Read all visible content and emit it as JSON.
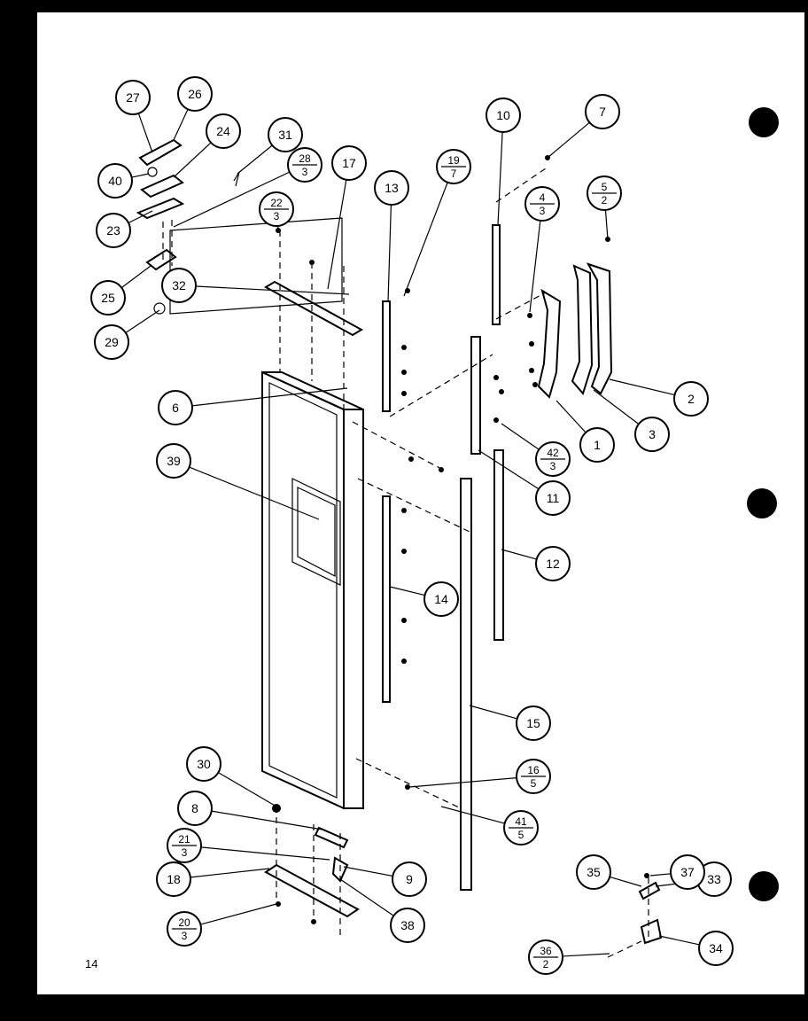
{
  "page_number": "14",
  "callouts": [
    {
      "id": "c1",
      "label": "1"
    },
    {
      "id": "c2",
      "label": "2"
    },
    {
      "id": "c3",
      "label": "3"
    },
    {
      "id": "c4",
      "num": "4",
      "den": "3"
    },
    {
      "id": "c5",
      "num": "5",
      "den": "2"
    },
    {
      "id": "c6",
      "label": "6"
    },
    {
      "id": "c7",
      "label": "7"
    },
    {
      "id": "c8",
      "label": "8"
    },
    {
      "id": "c9",
      "label": "9"
    },
    {
      "id": "c10",
      "label": "10"
    },
    {
      "id": "c11",
      "label": "11"
    },
    {
      "id": "c12",
      "label": "12"
    },
    {
      "id": "c13",
      "label": "13"
    },
    {
      "id": "c14",
      "label": "14"
    },
    {
      "id": "c15",
      "label": "15"
    },
    {
      "id": "c16",
      "num": "16",
      "den": "5"
    },
    {
      "id": "c17",
      "label": "17"
    },
    {
      "id": "c18",
      "label": "18"
    },
    {
      "id": "c19",
      "num": "19",
      "den": "7"
    },
    {
      "id": "c20",
      "num": "20",
      "den": "3"
    },
    {
      "id": "c21",
      "num": "21",
      "den": "3"
    },
    {
      "id": "c22",
      "num": "22",
      "den": "3"
    },
    {
      "id": "c23",
      "label": "23"
    },
    {
      "id": "c24",
      "label": "24"
    },
    {
      "id": "c25",
      "label": "25"
    },
    {
      "id": "c26",
      "label": "26"
    },
    {
      "id": "c27",
      "label": "27"
    },
    {
      "id": "c28",
      "num": "28",
      "den": "3"
    },
    {
      "id": "c29",
      "label": "29"
    },
    {
      "id": "c30",
      "label": "30"
    },
    {
      "id": "c31",
      "label": "31"
    },
    {
      "id": "c32",
      "label": "32"
    },
    {
      "id": "c33",
      "label": "33"
    },
    {
      "id": "c34",
      "label": "34"
    },
    {
      "id": "c35",
      "label": "35"
    },
    {
      "id": "c36",
      "num": "36",
      "den": "2"
    },
    {
      "id": "c37",
      "label": "37"
    },
    {
      "id": "c38",
      "label": "38"
    },
    {
      "id": "c39",
      "label": "39"
    },
    {
      "id": "c40",
      "label": "40"
    },
    {
      "id": "c41",
      "num": "41",
      "den": "5"
    },
    {
      "id": "c42",
      "num": "42",
      "den": "3"
    }
  ]
}
